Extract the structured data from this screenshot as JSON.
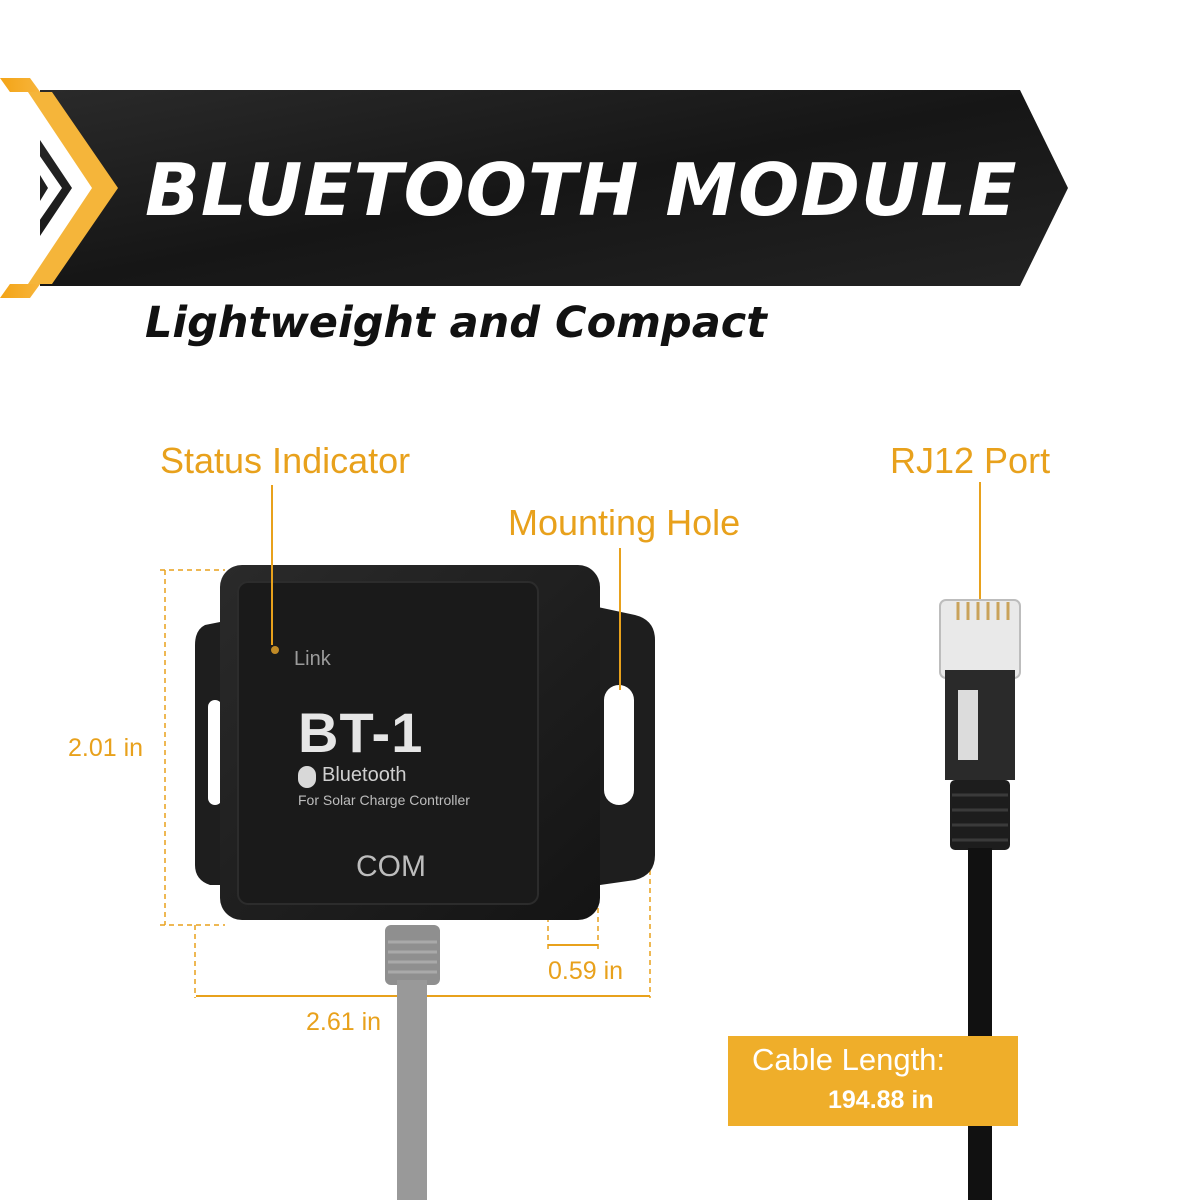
{
  "banner": {
    "title": "BLUETOOTH MODULE",
    "subtitle": "Lightweight and Compact"
  },
  "callouts": {
    "status_indicator": "Status Indicator",
    "mounting_hole": "Mounting Hole",
    "rj12_port": "RJ12 Port"
  },
  "device": {
    "link_label": "Link",
    "model": "BT-1",
    "bluetooth_label": "Bluetooth",
    "subtitle": "For Solar Charge Controller",
    "port_label": "COM"
  },
  "dimensions": {
    "height": "2.01 in",
    "width": "2.61 in",
    "flange": "0.59 in"
  },
  "cable": {
    "label": "Cable Length:",
    "value": "194.88 in"
  },
  "colors": {
    "accent": "#e8a11c",
    "banner": "#1c1c1c"
  }
}
